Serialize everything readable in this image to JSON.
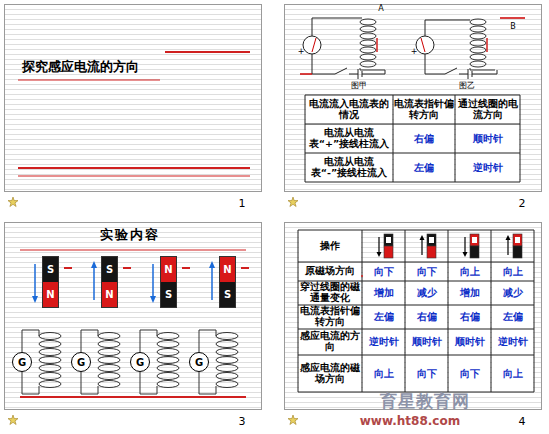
{
  "diagram": {
    "nodes": [
      {
        "text": [
          "S",
          "N"
        ]
      },
      {
        "text": [
          "S",
          "N"
        ]
      },
      {
        "text": [
          "N",
          "S"
        ]
      },
      {
        "text": [
          "N",
          "S"
        ]
      },
      {
        "text": [
          "G"
        ]
      },
      {
        "text": [
          "G"
        ]
      },
      {
        "text": [
          "G"
        ]
      },
      {
        "text": [
          "G"
        ]
      }
    ],
    "labels": [
      "探究感应电流的方向",
      "1",
      "A",
      "B",
      "+",
      "+",
      "图甲",
      "图乙",
      "电流流入电流表的情况",
      "电流表指针偏转方向",
      "通过线圈的电流方向",
      "电流从电流表“+”接线柱流入",
      "右偏",
      "顺时针",
      "电流从电流表“-”接线柱流入",
      "左偏",
      "逆时针",
      "2",
      "实验内容",
      "3",
      "操作",
      "原磁场方向",
      "向下",
      "向下",
      "向上",
      "向上",
      "穿过线圈的磁通量变化",
      "增加",
      "减少",
      "增加",
      "减少",
      "电流表指针偏转方向",
      "左偏",
      "右偏",
      "右偏",
      "左偏",
      "感应电流的方向",
      "逆时针",
      "顺时针",
      "顺时针",
      "逆时针",
      "感应电流的磁场方向",
      "向上",
      "向下",
      "向下",
      "向上",
      "4",
      "育星教育网",
      "www.ht88.com"
    ]
  }
}
